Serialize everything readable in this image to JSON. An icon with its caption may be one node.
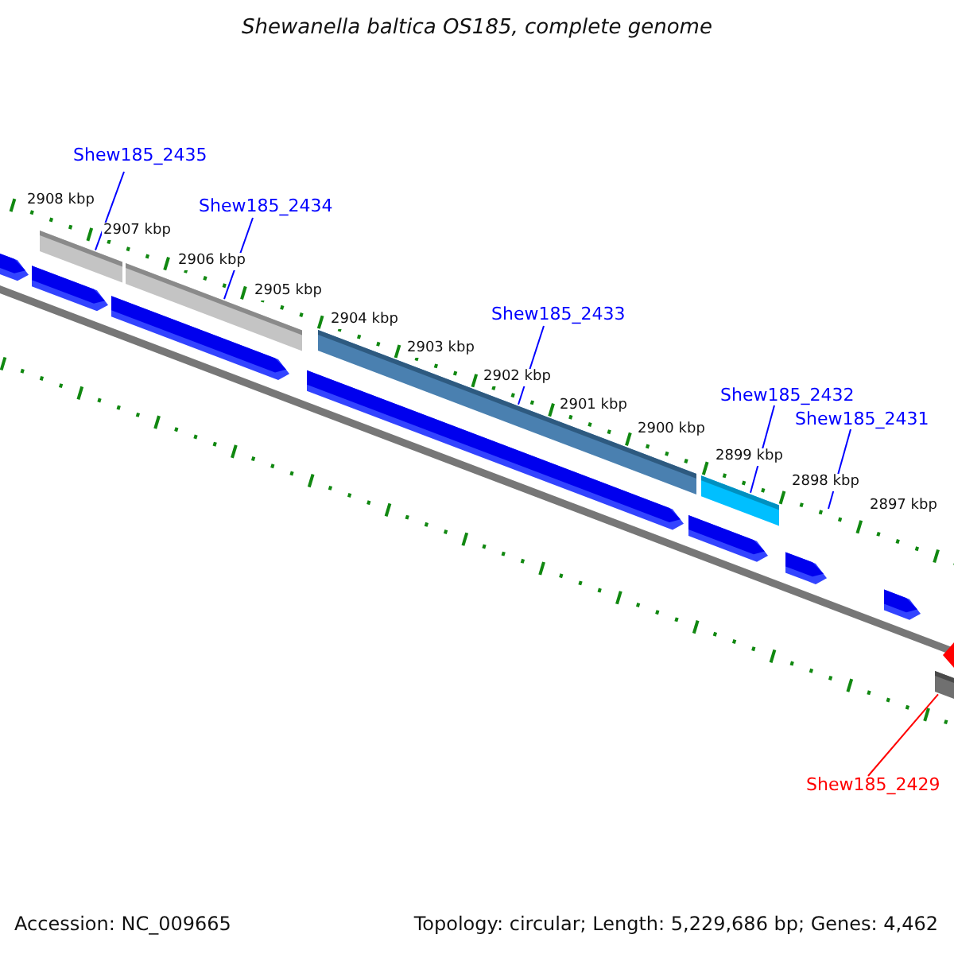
{
  "diagram": {
    "title": "Shewanella baltica OS185, complete genome",
    "nodes": [
      {
        "text": [
          "Shew185_2435"
        ]
      },
      {
        "text": [
          "Shew185_2434"
        ]
      },
      {
        "text": [
          "Shew185_2433"
        ]
      },
      {
        "text": [
          "Shew185_2432"
        ]
      },
      {
        "text": [
          "Shew185_2431"
        ]
      },
      {
        "text": [
          "Shew185_2429"
        ]
      },
      {
        "text": [],
        "shape": "bar"
      },
      {
        "text": [],
        "shape": "bar"
      },
      {
        "text": [],
        "shape": "bar"
      },
      {
        "text": [],
        "shape": "bar"
      },
      {
        "text": [],
        "shape": "bar"
      }
    ],
    "edges": [
      {
        "from": 0,
        "to": 6,
        "arrow": "none"
      },
      {
        "from": 1,
        "to": 7,
        "arrow": "none"
      },
      {
        "from": 2,
        "to": 8,
        "arrow": "none"
      },
      {
        "from": 3,
        "to": 9,
        "arrow": "none"
      },
      {
        "from": 4,
        "to": null,
        "arrow": "none"
      },
      {
        "from": 5,
        "to": 10,
        "arrow": "none",
        "color": "#ff0000"
      }
    ],
    "labels": [
      "2908 kbp",
      "2907 kbp",
      "2906 kbp",
      "2905 kbp",
      "2904 kbp",
      "2903 kbp",
      "2902 kbp",
      "2901 kbp",
      "2900 kbp",
      "2899 kbp",
      "2898 kbp",
      "2897 kbp",
      "Accession: NC_009665",
      "Topology: circular; Length: 5,229,686 bp; Genes: 4,462"
    ]
  }
}
